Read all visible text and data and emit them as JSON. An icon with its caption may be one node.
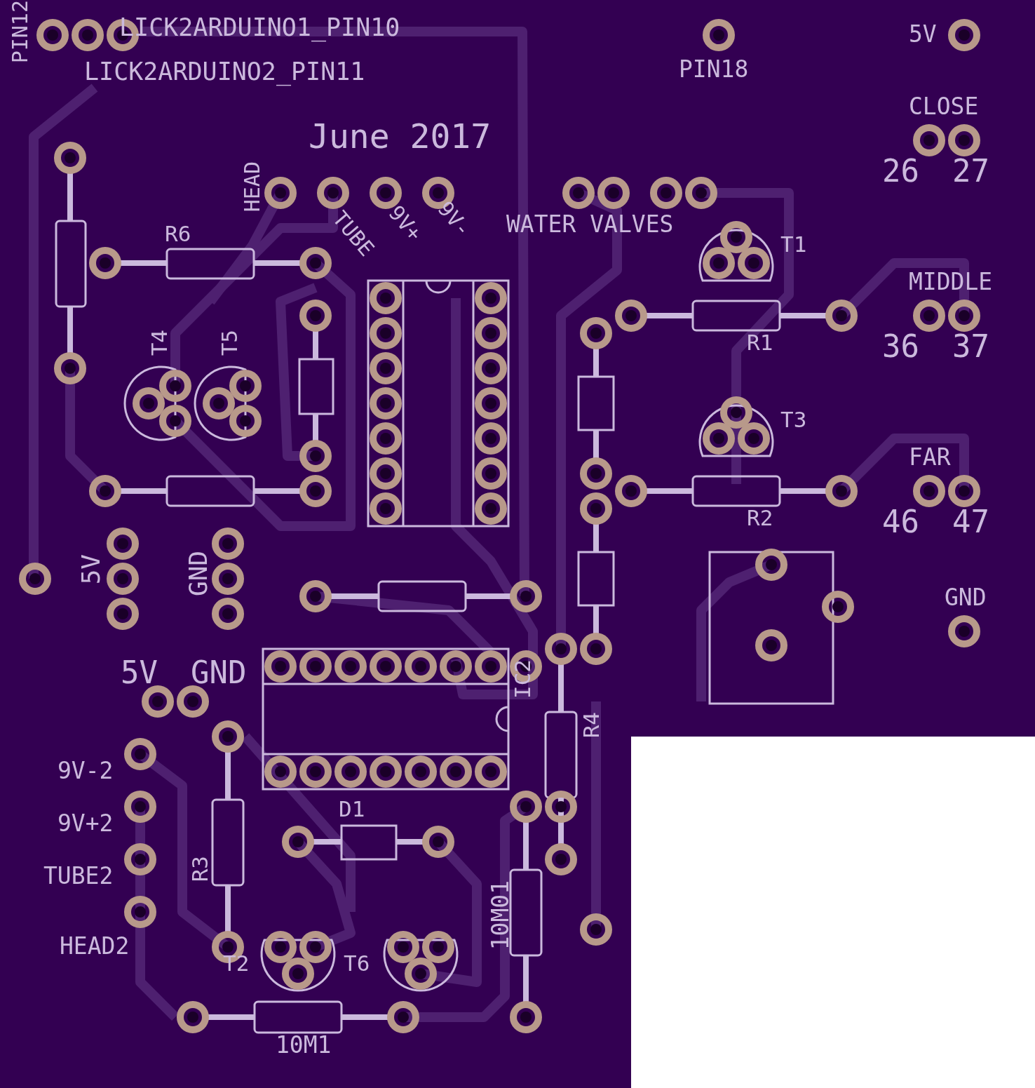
{
  "diagram": {
    "labels": [
      "PIN12",
      "LICK2ARDUINO1_PIN10",
      "PIN18",
      "5V",
      "LICK2ARDUINO2_PIN11",
      "CLOSE",
      "June 2017",
      "26",
      "27",
      "HEAD",
      "TUBE",
      "9V+",
      "9V-",
      "WATER VALVES",
      "R6",
      "T1",
      "MIDDLE",
      "R1",
      "T4",
      "T5",
      "36",
      "37",
      "T3",
      "FAR",
      "R2",
      "46",
      "47",
      "5V",
      "GND",
      "GND",
      "5V",
      "GND",
      "IC2",
      "R4",
      "9V-2",
      "D1",
      "9V+2",
      "TUBE2",
      "R3",
      "10M01",
      "HEAD2",
      "T2",
      "T6",
      "10M1"
    ]
  }
}
